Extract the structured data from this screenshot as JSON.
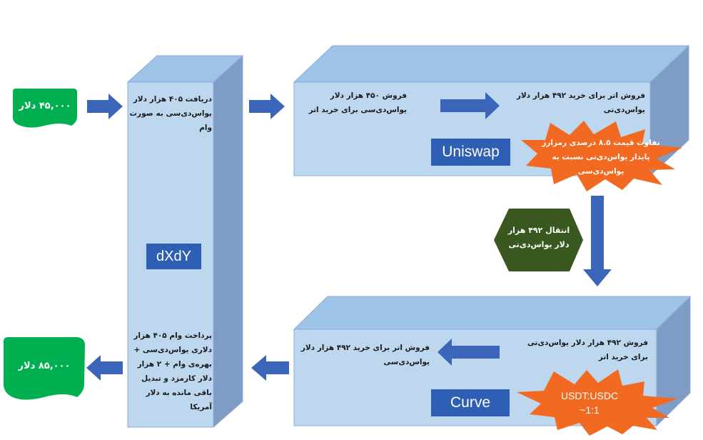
{
  "colors": {
    "box_face": "#bdd7ee",
    "box_top": "#9dc3e6",
    "box_side": "#7f9cc4",
    "box_stroke": "#8faadc",
    "arrow": "#3a65b8",
    "money": "#00b050",
    "label_box": "#2f5eb5",
    "burst": "#f26a21",
    "hexagon": "#38581f"
  },
  "start_money": {
    "text": "۴۵,۰۰۰ دلار",
    "icon": "money-banner-icon"
  },
  "end_money": {
    "text": "۸۵,۰۰۰ دلار",
    "icon": "money-banner-icon"
  },
  "dxdy": {
    "label": "dXdY",
    "receive_text": "دریافت ۴۰۵ هزار دلار یواس‌دی‌سی به صورت وام",
    "repay_text": "پرداخت وام ۴۰۵ هزار دلاری یواس‌دی‌سی + بهره‌ی وام + ۲ هزار دلار کارمزد و تبدیل باقی مانده به دلار آمریکا"
  },
  "uniswap": {
    "label": "Uniswap",
    "sell_usdc_text": "فروش ۴۵۰ هزار دلار یواس‌دی‌سی برای خرید اتر",
    "sell_eth_text": "فروش اتر برای خرید ۴۹۲ هزار دلار یواس‌دی‌تی",
    "burst_text": "تفاوت قیمت ۸.۵ درصدی رمزارز پایدار یواس‌دی‌تی نسبت به یواس‌دی‌سی"
  },
  "transfer": {
    "text": "انتقال ۴۹۲ هزار دلار یواس‌دی‌تی"
  },
  "curve": {
    "label": "Curve",
    "sell_usdt_text": "فروش ۴۹۲ هزار دلار یواس‌دی‌تی برای خرید اتر",
    "sell_eth_text": "فروش اتر برای خرید ۴۹۲ هزار دلار یواس‌دی‌سی",
    "burst_text": "USDT:USDC ~1:1"
  }
}
